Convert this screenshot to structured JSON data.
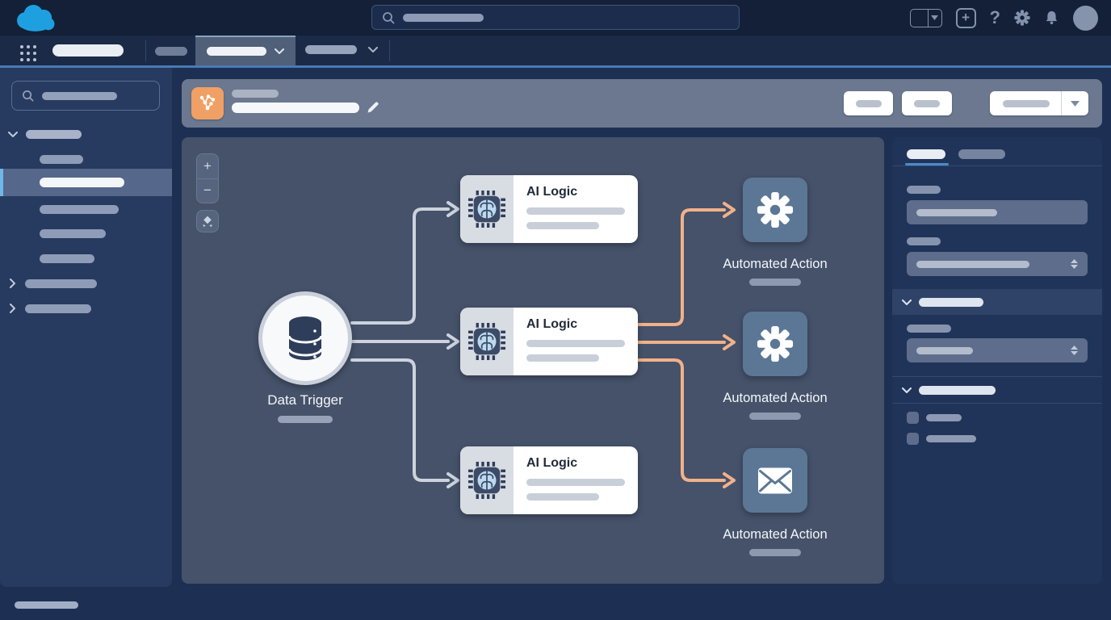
{
  "topbar": {
    "logo": "salesforce-cloud-logo",
    "search_placeholder_state": "empty",
    "add_glyph": "+",
    "help_glyph": "?",
    "icons": [
      "view-switcher",
      "add",
      "help",
      "settings",
      "notifications",
      "avatar"
    ]
  },
  "navbar": {
    "icons": [
      "app-launcher-waffle"
    ],
    "tabs_state": "placeholder pills; third tab active with chevron"
  },
  "sidebar": {
    "state": "tree navigation with one expanded group, one selected item, two collapsed groups"
  },
  "header": {
    "object_icon": "flow-icon",
    "actions": [
      "button",
      "button",
      "split-button"
    ]
  },
  "canvas": {
    "zoom_controls": {
      "zoom_in": "+",
      "zoom_out": "−",
      "fit": "fit-view-icon"
    },
    "flow": {
      "trigger": {
        "id": "trigger",
        "label": "Data Trigger",
        "icon": "database-icon"
      },
      "ai_nodes": [
        {
          "id": "ai-1",
          "label": "AI Logic",
          "icon": "chip-brain-icon"
        },
        {
          "id": "ai-2",
          "label": "AI Logic",
          "icon": "chip-brain-icon"
        },
        {
          "id": "ai-3",
          "label": "AI Logic",
          "icon": "chip-brain-icon"
        }
      ],
      "action_nodes": [
        {
          "id": "action-1",
          "label": "Automated Action",
          "icon": "gear-icon"
        },
        {
          "id": "action-2",
          "label": "Automated Action",
          "icon": "gear-icon"
        },
        {
          "id": "action-3",
          "label": "Automated Action",
          "icon": "envelope-icon"
        }
      ],
      "edges": [
        {
          "from": "trigger",
          "to": "ai-1",
          "color": "#ccd3dd"
        },
        {
          "from": "trigger",
          "to": "ai-2",
          "color": "#ccd3dd"
        },
        {
          "from": "trigger",
          "to": "ai-3",
          "color": "#ccd3dd"
        },
        {
          "from": "ai-2",
          "to": "action-1",
          "color": "#f2b189"
        },
        {
          "from": "ai-2",
          "to": "action-2",
          "color": "#f2b189"
        },
        {
          "from": "ai-2",
          "to": "action-3",
          "color": "#f2b189"
        }
      ]
    }
  },
  "right_panel": {
    "tabs": [
      "active-tab",
      "inactive-tab"
    ],
    "sections": [
      "fields",
      "collapsible-section",
      "collapsible-section-with-checkboxes"
    ]
  },
  "colors": {
    "brand_cloud": "#1ea0e0",
    "topbar_bg": "#132038",
    "navbar_bg": "#1a2a47",
    "nav_underline": "#4a7ab3",
    "content_bg": "#1d3053",
    "sidebar_bg": "#273b60",
    "sidebar_selected_accent": "#6fb7e8",
    "header_band_bg": "#6b7890",
    "header_icon_bg": "#f0a064",
    "canvas_bg": "#45526a",
    "panel_bg": "#20345a",
    "panel_section_bg": "#2f4369",
    "panel_tab_underline": "#4d8ac9",
    "field_bg": "#5d6d8b",
    "node_slate": "#5b7795",
    "database_navy": "#2e3d59",
    "chip_body": "#3c4c68",
    "brain_blue": "#bcd9f0",
    "connector_gray": "#ccd3dd",
    "connector_orange": "#f2b189"
  }
}
